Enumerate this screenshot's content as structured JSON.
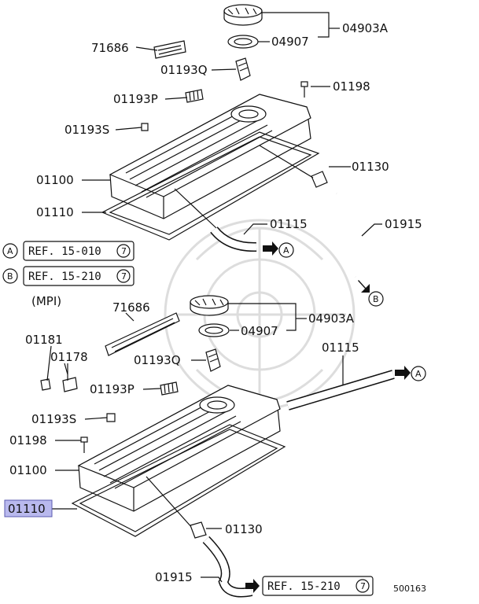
{
  "diagram": {
    "upper": {
      "cap_assembly": "04903A",
      "cap_gasket": "04907",
      "emblem": "71686",
      "clip_q": "01193Q",
      "bolt": "01198",
      "clip_p": "01193P",
      "clip_s": "01193S",
      "pcv_valve": "01130",
      "cover": "01100",
      "gasket": "01110",
      "hose_a": "01115",
      "hose_b": "01915"
    },
    "refs": {
      "ref_a": {
        "circle": "A",
        "text": "REF. 15-010",
        "num": "7"
      },
      "ref_b": {
        "circle": "B",
        "text": "REF. 15-210",
        "num": "7"
      }
    },
    "mpi_label": "(MPI)",
    "lower": {
      "emblem": "71686",
      "cap_assembly": "04903A",
      "cap_gasket": "04907",
      "bracket": "01181",
      "sensor": "01178",
      "clip_q": "01193Q",
      "hose_a": "01115",
      "clip_p": "01193P",
      "clip_s": "01193S",
      "bolt": "01198",
      "cover": "01100",
      "gasket_highlighted": "01110",
      "pcv_valve": "01130",
      "hose_b": "01915",
      "ref_b_text": "REF. 15-210",
      "ref_b_num": "7",
      "arrow_a": "A",
      "arrow_b": "B"
    },
    "figure_number": "500163",
    "highlight_color": "#b9b9ee"
  }
}
